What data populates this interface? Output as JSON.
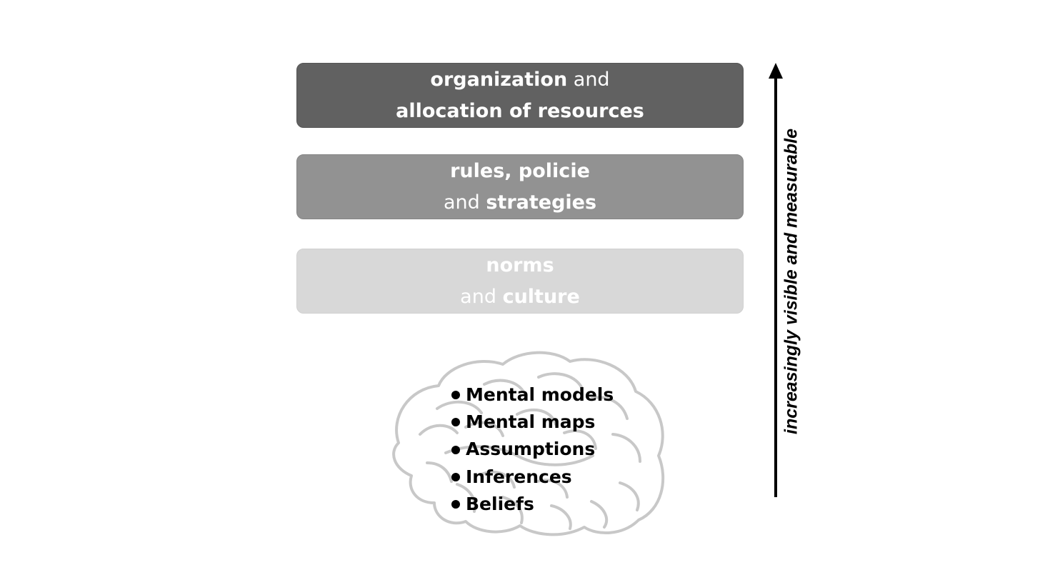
{
  "layers": [
    {
      "line1": {
        "bold": "organization",
        "plain": " and"
      },
      "line2": {
        "bold": "allocation of resources"
      }
    },
    {
      "line1": {
        "bold": "rules, policie"
      },
      "line2": {
        "plain": "and ",
        "bold": "strategies"
      }
    },
    {
      "line1": {
        "bold": "norms"
      },
      "line2": {
        "plain": "and ",
        "bold": "culture"
      }
    }
  ],
  "mental_items": [
    "Mental models",
    "Mental maps",
    "Assumptions",
    "Inferences",
    "Beliefs"
  ],
  "axis": {
    "label": "increasingly visible and measurable",
    "direction": "up"
  },
  "icons": {
    "brain": "brain-icon",
    "arrow": "arrow-up-icon"
  },
  "colors": {
    "layer_dark": "#616161",
    "layer_mid": "#929292",
    "layer_light": "#d8d8d8",
    "brain_outline": "#c8c8c8"
  }
}
